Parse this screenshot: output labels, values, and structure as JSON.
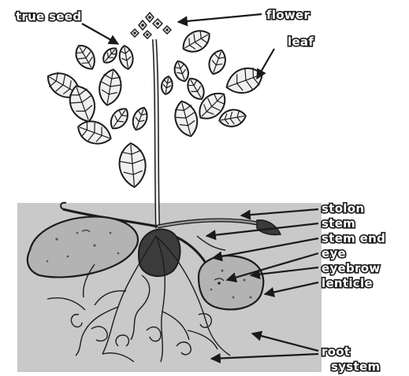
{
  "labels": {
    "true_seed": "true seed",
    "flower": "flower",
    "leaf": "leaf",
    "stolon": "stolon",
    "stem": "stem",
    "stem_end": "stem end",
    "eye": "eye",
    "eyebrow": "eyebrow",
    "lenticle": "lenticle",
    "root": "root",
    "system": "system"
  },
  "colors": {
    "soil": "#c9c9c9",
    "tuber": "#b3b3b3",
    "ink": "#1a1a1a",
    "leaf_fill": "#f0f0f0"
  }
}
